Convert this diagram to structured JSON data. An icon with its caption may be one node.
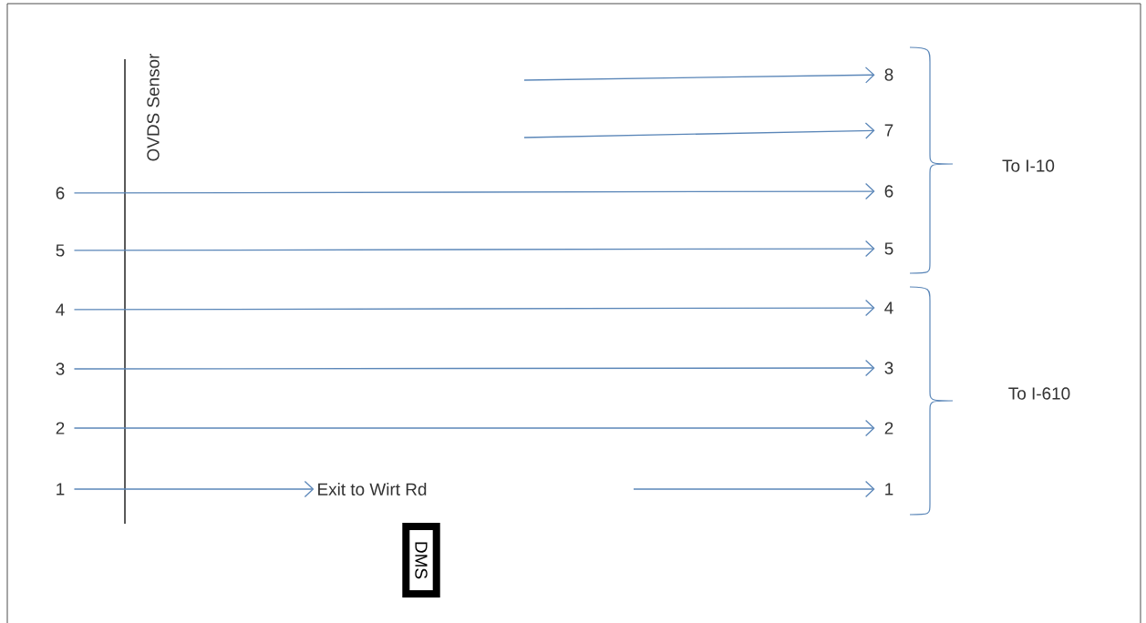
{
  "diagram": {
    "nodes": [
      {
        "text": [
          "8"
        ]
      },
      {
        "text": [
          "7"
        ]
      },
      {
        "text": [
          "6"
        ]
      },
      {
        "text": [
          "6"
        ]
      },
      {
        "text": [
          "5"
        ]
      },
      {
        "text": [
          "5"
        ]
      },
      {
        "text": [
          "4"
        ]
      },
      {
        "text": [
          "4"
        ]
      },
      {
        "text": [
          "3"
        ]
      },
      {
        "text": [
          "3"
        ]
      },
      {
        "text": [
          "2"
        ]
      },
      {
        "text": [
          "2"
        ]
      },
      {
        "text": [
          "1"
        ]
      },
      {
        "text": [
          "Exit to Wirt Rd"
        ]
      },
      {
        "text": [
          "1"
        ]
      },
      {
        "text": [
          "DMS"
        ]
      }
    ],
    "edges": [
      {
        "from": null,
        "to": 0,
        "arrow": "to"
      },
      {
        "from": null,
        "to": 1,
        "arrow": "to"
      },
      {
        "from": 2,
        "to": 3,
        "arrow": "to"
      },
      {
        "from": 4,
        "to": 5,
        "arrow": "to"
      },
      {
        "from": 6,
        "to": 7,
        "arrow": "to"
      },
      {
        "from": 8,
        "to": 9,
        "arrow": "to"
      },
      {
        "from": 10,
        "to": 11,
        "arrow": "to"
      },
      {
        "from": 12,
        "to": 13,
        "arrow": "to"
      },
      {
        "from": null,
        "to": 14,
        "arrow": "to"
      }
    ],
    "labels": [
      "OVDS Sensor",
      "To I-10",
      "To I-610"
    ]
  }
}
